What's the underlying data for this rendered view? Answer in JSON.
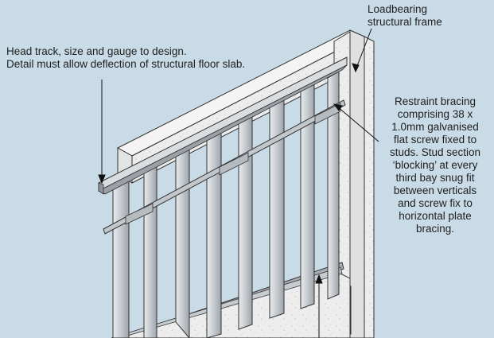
{
  "labels": {
    "loadbearing_frame": "Loadbearing\nstructural frame",
    "head_track": "Head track, size and gauge to design.\nDetail must allow deflection of structural floor slab.",
    "restraint_bracing": "Restraint bracing\ncomprising 38 x\n1.0mm galvanised\nflat screw fixed to\nstuds. Stud section\n‘blocking’ at every\nthird bay snug fit\nbetween verticals\nand screw fix to\nhorizontal plate\nbracing."
  },
  "colors": {
    "background": "#c9dbe6",
    "concrete": "#ededee",
    "steel": "#c8ccd0",
    "steel_dark": "#8f959b",
    "outline": "#333333",
    "leader": "#111111"
  }
}
